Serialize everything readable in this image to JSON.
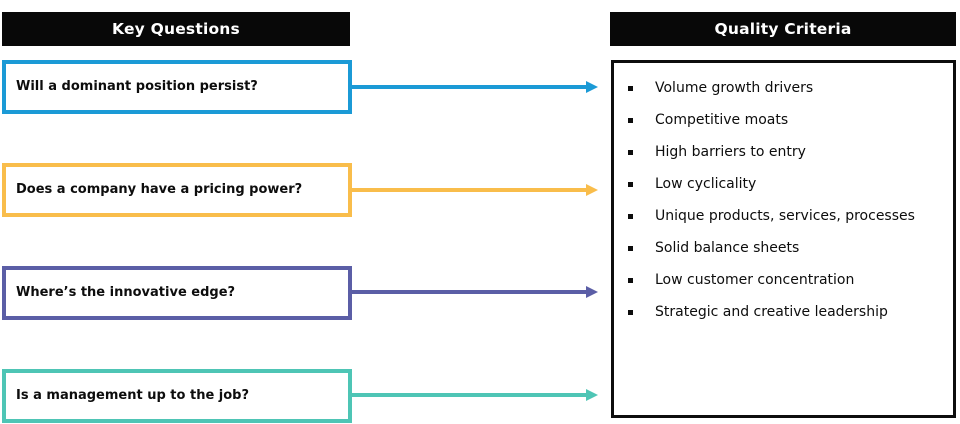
{
  "columns": {
    "left": {
      "header": "Key Questions"
    },
    "right": {
      "header": "Quality Criteria"
    }
  },
  "questions": [
    {
      "label": "Will a dominant position persist?",
      "color": "#1b9ad6",
      "arrow_icon": "arrow-right-icon"
    },
    {
      "label": "Does a company have a pricing power?",
      "color": "#f9bd4b",
      "arrow_icon": "arrow-right-icon"
    },
    {
      "label": "Where’s the innovative edge?",
      "color": "#5b5ea6",
      "arrow_icon": "arrow-right-icon"
    },
    {
      "label": "Is a management up to the job?",
      "color": "#4ec5b5",
      "arrow_icon": "arrow-right-icon"
    }
  ],
  "criteria": [
    {
      "label": "Volume growth drivers",
      "bullet_icon": "square-bullet-icon"
    },
    {
      "label": "Competitive moats",
      "bullet_icon": "square-bullet-icon"
    },
    {
      "label": "High barriers to entry",
      "bullet_icon": "square-bullet-icon"
    },
    {
      "label": "Low cyclicality",
      "bullet_icon": "square-bullet-icon"
    },
    {
      "label": "Unique products, services, processes",
      "bullet_icon": "square-bullet-icon"
    },
    {
      "label": "Solid balance sheets",
      "bullet_icon": "square-bullet-icon"
    },
    {
      "label": "Low customer concentration",
      "bullet_icon": "square-bullet-icon"
    },
    {
      "label": "Strategic and creative leadership",
      "bullet_icon": "square-bullet-icon"
    }
  ],
  "colors": {
    "header_background": "#080808",
    "header_text": "#ffffff",
    "panel_border": "#0d0d0d",
    "body_text": "#0d0d0d",
    "page_background": "#ffffff"
  }
}
